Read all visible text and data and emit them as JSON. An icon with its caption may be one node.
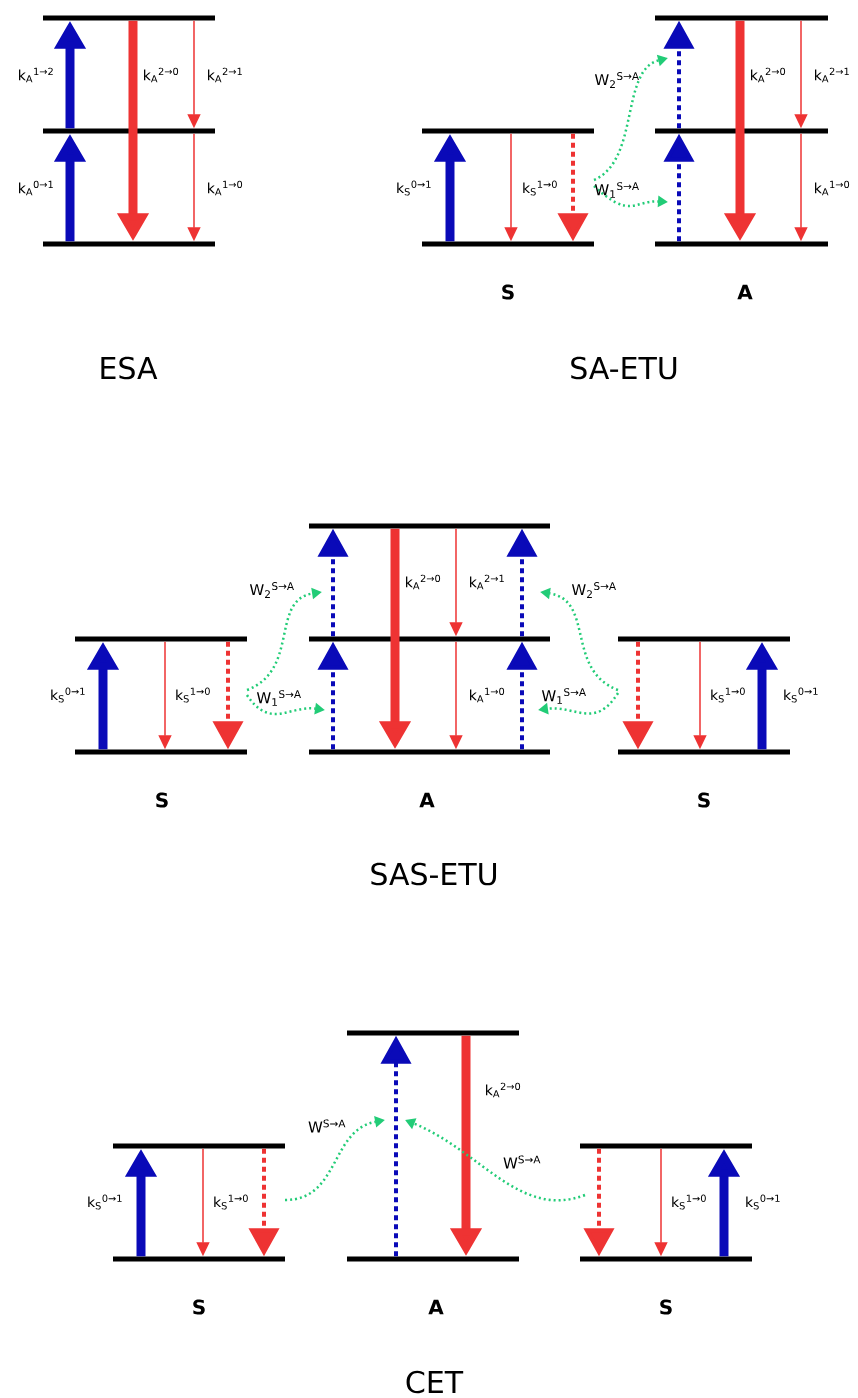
{
  "diagram": {
    "nodes": [
      {
        "text": [],
        "shape": "bar"
      },
      {
        "text": [],
        "shape": "bar"
      },
      {
        "text": [],
        "shape": "bar"
      },
      {
        "text": [],
        "shape": "bar"
      },
      {
        "text": [],
        "shape": "bar"
      },
      {
        "text": [],
        "shape": "bar"
      },
      {
        "text": [],
        "shape": "bar"
      },
      {
        "text": [],
        "shape": "bar"
      },
      {
        "text": [],
        "shape": "bar"
      },
      {
        "text": [],
        "shape": "bar"
      },
      {
        "text": [],
        "shape": "bar"
      },
      {
        "text": [],
        "shape": "bar"
      },
      {
        "text": [],
        "shape": "bar"
      },
      {
        "text": [],
        "shape": "bar"
      },
      {
        "text": [],
        "shape": "bar"
      },
      {
        "text": [],
        "shape": "bar"
      },
      {
        "text": [],
        "shape": "bar"
      },
      {
        "text": [],
        "shape": "bar"
      },
      {
        "text": [],
        "shape": "bar"
      },
      {
        "text": [],
        "shape": "bar"
      },
      {
        "text": [],
        "shape": "bar"
      }
    ],
    "edges": [
      {
        "from": 2,
        "to": 1,
        "arrow": "to",
        "label": "k$_{A}$$^{0→1}$",
        "style": "thick",
        "color": "#0a0ab8"
      },
      {
        "from": 1,
        "to": 0,
        "arrow": "to",
        "label": "k$_{A}$$^{1→2}$",
        "style": "thick",
        "color": "#0a0ab8"
      },
      {
        "from": 0,
        "to": 2,
        "arrow": "to",
        "label": "k$_{A}$$^{2→0}$",
        "style": "thick"
      },
      {
        "from": 0,
        "to": 1,
        "arrow": "to",
        "label": "k$_{A}$$^{2→1}$"
      },
      {
        "from": 1,
        "to": 2,
        "arrow": "to",
        "label": "k$_{A}$$^{1→0}$"
      },
      {
        "from": 4,
        "to": 3,
        "arrow": "to",
        "label": "k$_{S}$$^{0→1}$",
        "style": "thick",
        "color": "#0a0ab8"
      },
      {
        "from": 3,
        "to": 4,
        "arrow": "to",
        "label": "k$_{S}$$^{1→0}$"
      },
      {
        "from": 3,
        "to": 4,
        "arrow": "to",
        "style": "dashed"
      },
      {
        "from": 7,
        "to": 6,
        "arrow": "to",
        "style": "dashed",
        "color": "#0a0ab8"
      },
      {
        "from": 6,
        "to": 5,
        "arrow": "to",
        "style": "dashed",
        "color": "#0a0ab8"
      },
      {
        "from": 5,
        "to": 7,
        "arrow": "to",
        "label": "k$_{A}$$^{2→0}$",
        "style": "thick"
      },
      {
        "from": 5,
        "to": 6,
        "arrow": "to",
        "label": "k$_{A}$$^{2→1}$"
      },
      {
        "from": 6,
        "to": 7,
        "arrow": "to",
        "label": "k$_{A}$$^{1→0}$"
      },
      {
        "from": 9,
        "to": 8,
        "arrow": "to",
        "label": "k$_{S}$$^{0→1}$",
        "style": "thick",
        "color": "#0a0ab8"
      },
      {
        "from": 8,
        "to": 9,
        "arrow": "to",
        "label": "k$_{S}$$^{1→0}$"
      },
      {
        "from": 8,
        "to": 9,
        "arrow": "to",
        "style": "dashed"
      },
      {
        "from": 12,
        "to": 11,
        "arrow": "to",
        "style": "dashed",
        "color": "#0a0ab8"
      },
      {
        "from": 11,
        "to": 10,
        "arrow": "to",
        "style": "dashed",
        "color": "#0a0ab8"
      },
      {
        "from": 10,
        "to": 12,
        "arrow": "to",
        "label": "k$_{A}$$^{2→0}$",
        "style": "thick"
      },
      {
        "from": 10,
        "to": 11,
        "arrow": "to",
        "label": "k$_{A}$$^{2→1}$"
      },
      {
        "from": 11,
        "to": 12,
        "arrow": "to",
        "label": "k$_{A}$$^{1→0}$"
      },
      {
        "from": 12,
        "to": 11,
        "arrow": "to",
        "style": "dashed",
        "color": "#0a0ab8"
      },
      {
        "from": 11,
        "to": 10,
        "arrow": "to",
        "style": "dashed",
        "color": "#0a0ab8"
      },
      {
        "from": 13,
        "to": 14,
        "arrow": "to",
        "style": "dashed"
      },
      {
        "from": 13,
        "to": 14,
        "arrow": "to",
        "label": "k$_{S}$$^{1→0}$"
      },
      {
        "from": 14,
        "to": 13,
        "arrow": "to",
        "label": "k$_{S}$$^{0→1}$",
        "style": "thick",
        "color": "#0a0ab8"
      },
      {
        "from": 16,
        "to": 15,
        "arrow": "to",
        "label": "k$_{S}$$^{0→1}$",
        "style": "thick",
        "color": "#0a0ab8"
      },
      {
        "from": 15,
        "to": 16,
        "arrow": "to",
        "label": "k$_{S}$$^{1→0}$"
      },
      {
        "from": 15,
        "to": 16,
        "arrow": "to",
        "style": "dashed"
      },
      {
        "from": 18,
        "to": 17,
        "arrow": "to",
        "style": "dashed",
        "color": "#0a0ab8"
      },
      {
        "from": 17,
        "to": 18,
        "arrow": "to",
        "label": "k$_{A}$$^{2→0}$",
        "style": "thick"
      },
      {
        "from": 19,
        "to": 20,
        "arrow": "to",
        "style": "dashed"
      },
      {
        "from": 19,
        "to": 20,
        "arrow": "to",
        "label": "k$_{S}$$^{1→0}$"
      },
      {
        "from": 20,
        "to": 19,
        "arrow": "to",
        "label": "k$_{S}$$^{0→1}$",
        "style": "thick",
        "color": "#0a0ab8"
      }
    ],
    "labels": [
      "W$_{2}$$^{S→A}$",
      "W$_{1}$$^{S→A}$",
      "S",
      "A",
      "ESA",
      "SA-ETU",
      "W$_{2}$$^{S→A}$",
      "W$_{2}$$^{S→A}$",
      "W$_{1}$$^{S→A}$",
      "W$_{1}$$^{S→A}$",
      "S",
      "A",
      "S",
      "SAS-ETU",
      "W$^{S→A}$",
      "W$^{S→A}$",
      "S",
      "A",
      "S",
      "CET"
    ]
  }
}
